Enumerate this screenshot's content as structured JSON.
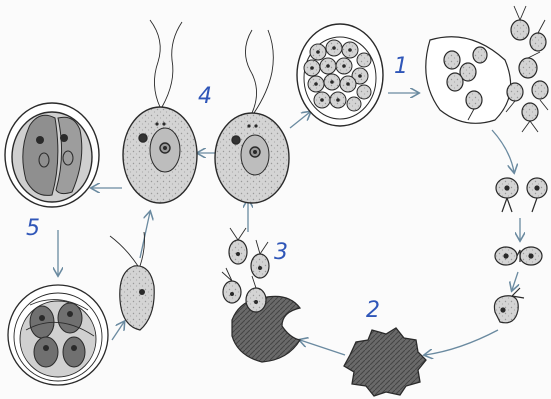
{
  "figure": {
    "stage_labels": [
      "1",
      "2",
      "3",
      "4",
      "5"
    ],
    "colors": {
      "ink": "#2a2a2a",
      "cell_fill": "#d9d9d9",
      "cell_fill_dark": "#8c8c8c",
      "zygote": "#6e6e6e",
      "label": "#2f56b8",
      "paper": "#fbfbfb"
    }
  }
}
